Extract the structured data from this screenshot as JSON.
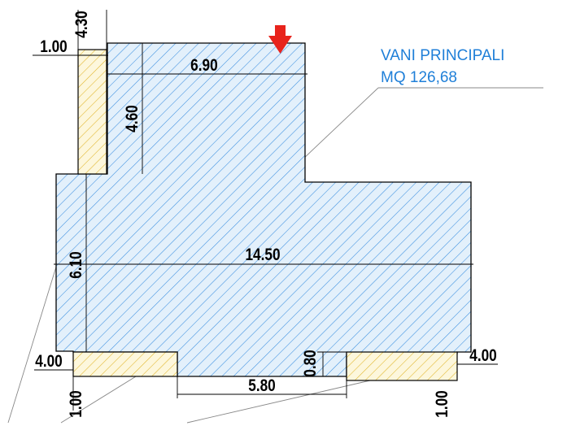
{
  "label": {
    "line1": "VANI PRINCIPALI",
    "line2": "MQ 126,68"
  },
  "dimensions": {
    "top_width": "6.90",
    "top_height": "4.60",
    "main_width": "14.50",
    "main_height": "6.10",
    "gap_width": "5.80",
    "gap_height": "0.80",
    "column_width": "1.00",
    "column_height": "4.30",
    "left_strip_length": "4.00",
    "left_strip_width": "1.00",
    "right_strip_length": "4.00",
    "right_strip_width": "1.00"
  },
  "colors": {
    "main_hatch": "#3b8fe0",
    "main_fill": "#e3f0fb",
    "secondary_hatch": "#e0b52a",
    "secondary_fill": "#fdf7dc",
    "label_text": "#1f7fd8",
    "entrance_arrow": "#e8231c"
  },
  "icons": {
    "entrance": "arrow-down-icon"
  }
}
